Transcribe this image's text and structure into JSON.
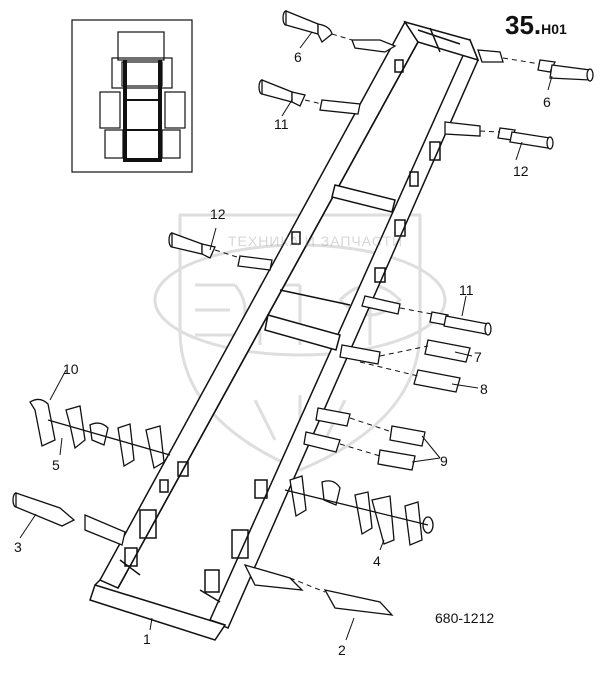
{
  "page_number": {
    "main": "35.",
    "suffix": "H01"
  },
  "figure_code": "680-1212",
  "watermark": {
    "text": "ТЕХНИКА И ЗАПЧАСТИ",
    "logo": "ЭПФ"
  },
  "callouts": {
    "c6a": "6",
    "c6b": "6",
    "c11a": "11",
    "c12a": "12",
    "c12b": "12",
    "c11b": "11",
    "c7": "7",
    "c8": "8",
    "c10": "10",
    "c5": "5",
    "c9": "9",
    "c3": "3",
    "c4": "4",
    "c1": "1",
    "c2": "2"
  },
  "colors": {
    "line": "#111111",
    "watermark": "#bdbdbd",
    "background": "#ffffff"
  }
}
